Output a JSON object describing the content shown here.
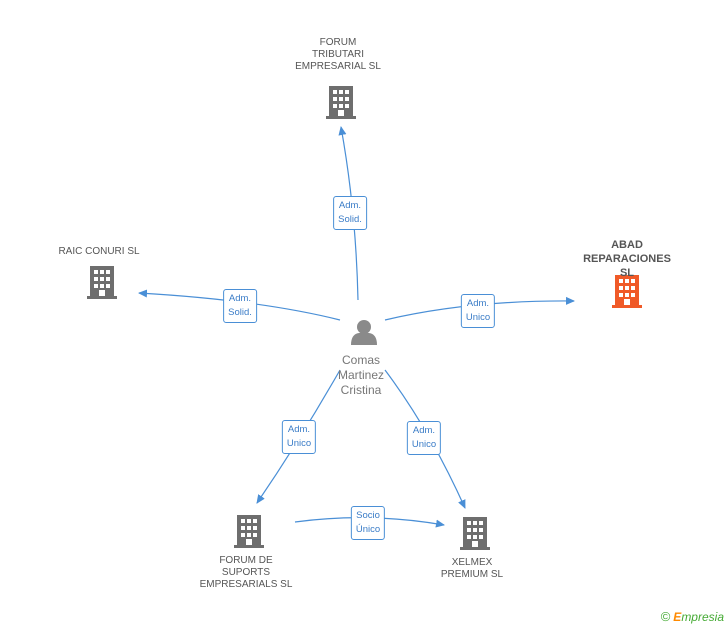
{
  "nodes": {
    "forum_tributari": {
      "label": "FORUM\nTRIBUTARI\nEMPRESARIAL SL"
    },
    "raic_conuri": {
      "label": "RAIC CONURI SL"
    },
    "abad": {
      "label": "ABAD\nREPARACIONES SL"
    },
    "person": {
      "label": "Comas\nMartinez\nCristina"
    },
    "forum_suports": {
      "label": "FORUM DE\nSUPORTS\nEMPRESARIALS SL"
    },
    "xelmex": {
      "label": "XELMEX\nPREMIUM SL"
    }
  },
  "edges": {
    "to_forum_tributari": {
      "label": "Adm.\nSolid."
    },
    "to_raic": {
      "label": "Adm.\nSolid."
    },
    "to_abad": {
      "label": "Adm.\nUnico"
    },
    "to_suports": {
      "label": "Adm.\nUnico"
    },
    "to_xelmex": {
      "label": "Adm.\nUnico"
    },
    "suports_to_xelmex": {
      "label": "Socio\nÚnico"
    }
  },
  "brand": {
    "copyright": "©",
    "name_first": "E",
    "name_rest": "mpresia"
  },
  "colors": {
    "edge": "#4a8fd6",
    "building": "#6e6e6e",
    "building_highlight": "#f05a28",
    "person": "#8a8a8a"
  }
}
